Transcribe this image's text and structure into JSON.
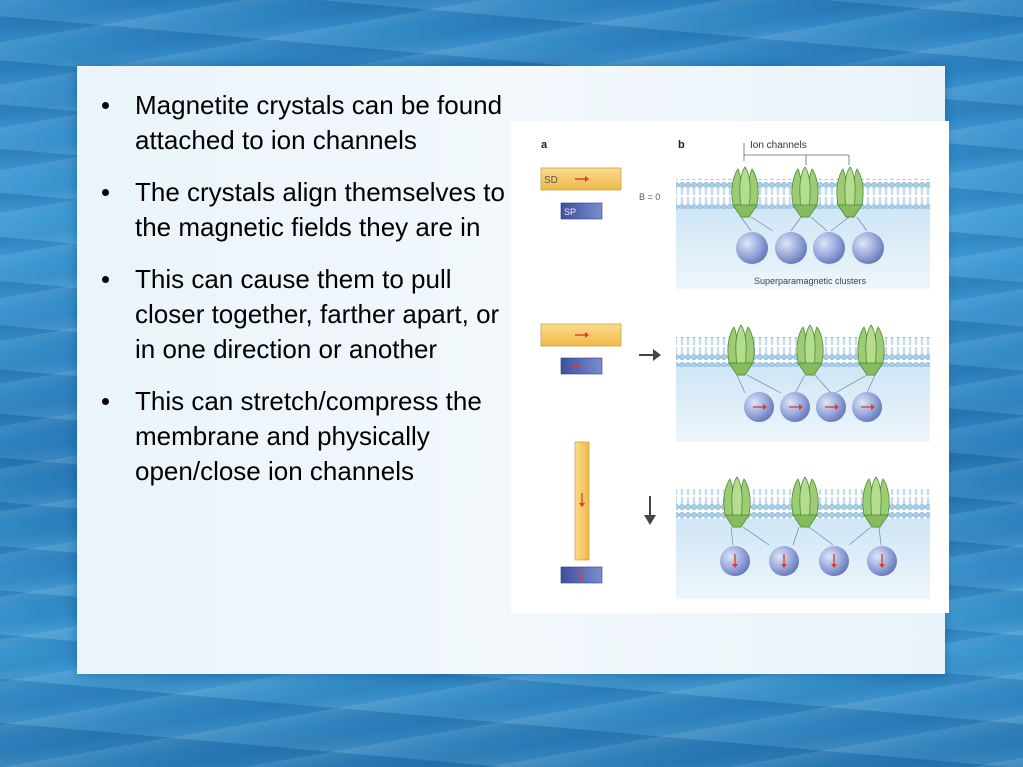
{
  "slide": {
    "bullets": [
      "Magnetite crystals can be found attached to ion channels",
      "The crystals align themselves to the magnetic fields they are in",
      "This can cause them to pull closer together, farther apart, or in one direction or another",
      "This can stretch/compress the membrane and physically open/close ion channels"
    ]
  },
  "figure": {
    "panel_a_label": "a",
    "panel_b_label": "b",
    "sd_label": "SD",
    "sp_label": "SP",
    "b_zero_label": "B = 0",
    "ion_channels_label": "Ion channels",
    "clusters_label": "Superparamagnetic clusters"
  },
  "colors": {
    "sd_bar": "#f5c86a",
    "sp_bar": "#4a5fae",
    "arrow_red": "#e03a2a",
    "channel_green": "#8fc46a",
    "sphere_blue": "#8e9fd6",
    "membrane_blue": "#bcdcf0"
  }
}
